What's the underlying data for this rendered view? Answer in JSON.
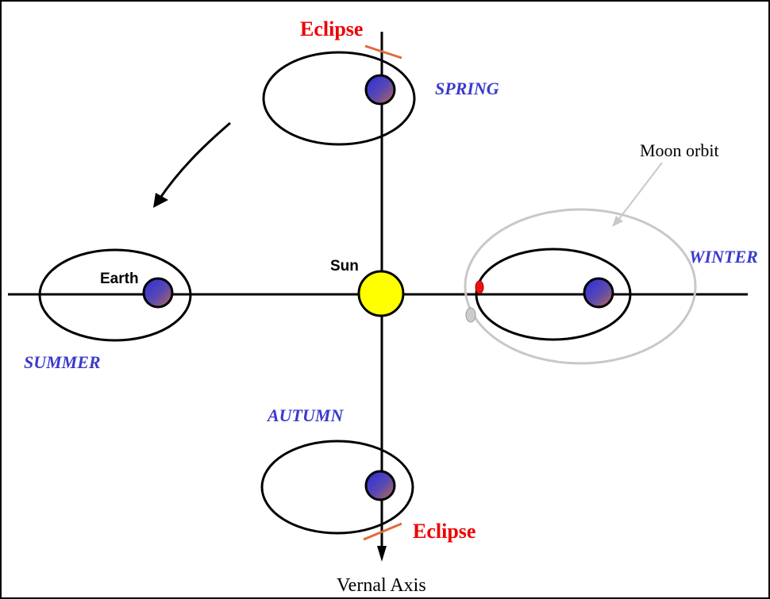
{
  "labels": {
    "eclipse_top": "Eclipse",
    "eclipse_bottom": "Eclipse",
    "spring": "SPRING",
    "summer": "SUMMER",
    "autumn": "AUTUMN",
    "winter": "WINTER",
    "moon_orbit": "Moon orbit",
    "sun": "Sun",
    "earth": "Earth",
    "vernal_axis": "Vernal Axis"
  },
  "colors": {
    "season_text": "#3a3acc",
    "eclipse_text": "#ee0000",
    "eclipse_mark": "#e06a3a",
    "sun_fill": "#ffff00",
    "moon_orbit": "#c8c8c8",
    "moon_red": "#ee1111",
    "moon_gray": "#cccccc",
    "line": "#000000"
  }
}
